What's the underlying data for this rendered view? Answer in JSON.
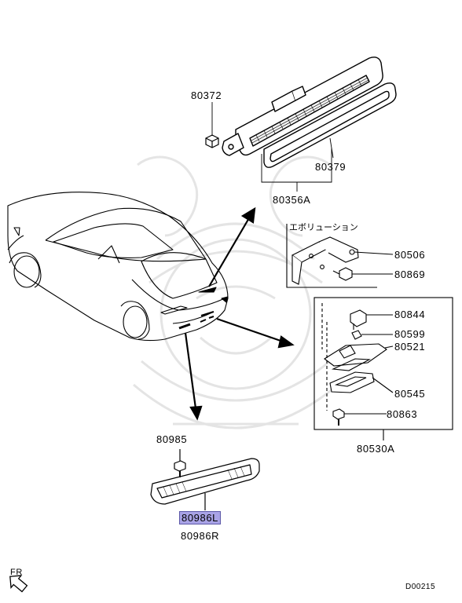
{
  "watermark": {
    "icon": "samurai-helmet-watermark"
  },
  "callouts": {
    "p80372": "80372",
    "p80379": "80379",
    "p80356A": "80356A",
    "evolution_label": "エボリューション",
    "p80506": "80506",
    "p80869": "80869",
    "p80844": "80844",
    "p80599": "80599",
    "p80521": "80521",
    "p80545": "80545",
    "p80863": "80863",
    "p80530A": "80530A",
    "p80985": "80985",
    "p80986L": "80986L",
    "p80986R": "80986R"
  },
  "highlight_color": "#a9a3e6",
  "front_indicator": {
    "text": "FR",
    "icon": "front-arrow-icon"
  },
  "diagram_code": "D00215"
}
